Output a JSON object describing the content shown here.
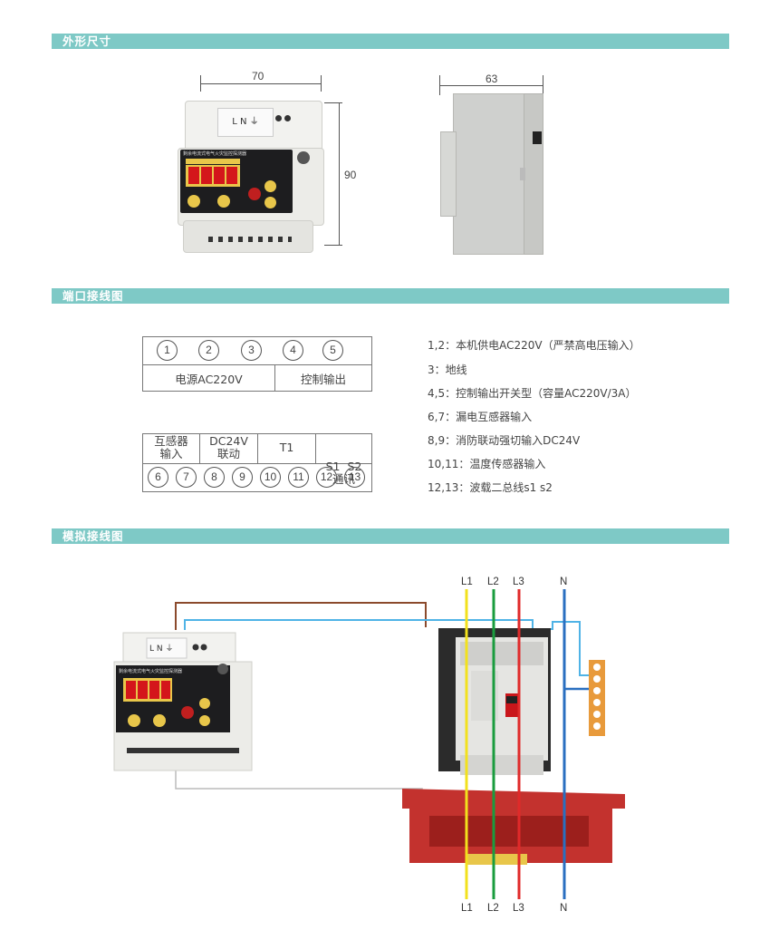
{
  "sections": {
    "dimensions": "外形尺寸",
    "port_wiring": "端口接线图",
    "sim_wiring": "模拟接线图"
  },
  "dims": {
    "width": "70",
    "height": "90",
    "depth": "63"
  },
  "device": {
    "terminal_labels": "L N ⏚",
    "panel_title": "剩余电流式电气火灾监控探测器"
  },
  "table1": {
    "terminals": [
      "1",
      "2",
      "3",
      "4",
      "5"
    ],
    "groups": [
      "电源AC220V",
      "控制输出"
    ]
  },
  "table2": {
    "groups": [
      {
        "line1": "互感器",
        "line2": "输入"
      },
      {
        "line1": "DC24V",
        "line2": "联动"
      },
      {
        "line1": "T1",
        "line2": ""
      },
      {
        "line1": "S1  S2",
        "line2": "通讯"
      }
    ],
    "terminals": [
      "6",
      "7",
      "8",
      "9",
      "10",
      "11",
      "12",
      "13"
    ]
  },
  "notes": [
    "1,2：本机供电AC220V（严禁高电压输入）",
    "3：地线",
    "4,5：控制输出开关型（容量AC220V/3A）",
    "6,7：漏电互感器输入",
    "8,9：消防联动强切输入DC24V",
    "10,11：温度传感器输入",
    "12,13：波载二总线s1 s2"
  ],
  "wiring": {
    "top_labels": [
      "L1",
      "L2",
      "L3",
      "N"
    ],
    "bottom_labels": [
      "L1",
      "L2",
      "L3",
      "N"
    ]
  },
  "colors": {
    "bar": "#7ec9c6",
    "L1": "#f2e11d",
    "L2": "#1a9c3e",
    "L3": "#e02a2a",
    "N": "#2a6fc0",
    "brown": "#8b4a2c",
    "cyan": "#4fb3e6",
    "transformer": "#c3322e"
  }
}
